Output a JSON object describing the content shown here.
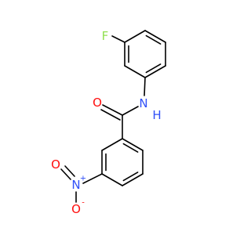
{
  "molecule": {
    "atoms": {
      "F": {
        "label": "F",
        "color": "#90e050"
      },
      "N_amide": {
        "label": "N",
        "color": "#3050f8"
      },
      "H": {
        "label": "H",
        "color": "#3050f8"
      },
      "O_carbonyl": {
        "label": "O",
        "color": "#ff0d0d"
      },
      "N_nitro": {
        "label": "N",
        "color": "#3050f8",
        "charge": "+"
      },
      "O_nitro_double": {
        "label": "O",
        "color": "#ff0d0d"
      },
      "O_nitro_single": {
        "label": "O",
        "color": "#ff0d0d",
        "charge": "-"
      }
    },
    "bond_color": "#000000"
  }
}
